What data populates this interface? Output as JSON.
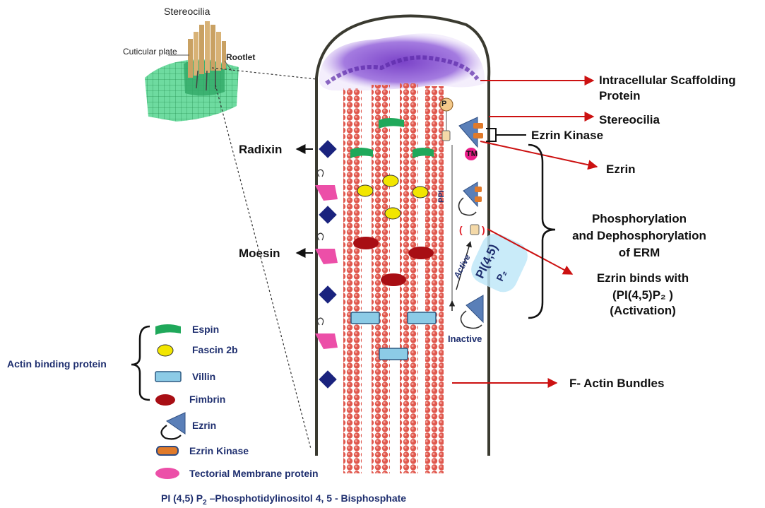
{
  "inset": {
    "stereocilia": "Stereocilia",
    "cuticular_plate": "Cuticular plate",
    "rootlet": "Rootlet"
  },
  "left_labels": {
    "radixin": "Radixin",
    "moesin": "Moesin"
  },
  "right_labels": {
    "scaffolding_line1": "Intracellular Scaffolding",
    "scaffolding_line2": "Protein",
    "stereocilia": "Stereocilia",
    "ezrin_kinase": "Ezrin Kinase",
    "ezrin": "Ezrin",
    "phos_line1": "Phosphorylation",
    "phos_line2": "and Dephosphorylation",
    "phos_line3": "of ERM",
    "binds_line1": "Ezrin binds with",
    "binds_line2": "(PI(4,5)P₂ )",
    "binds_line3": "(Activation)",
    "factin": "F- Actin Bundles"
  },
  "internal_labels": {
    "p": "P",
    "tm": "TM",
    "ppi": "PPI",
    "active": "Active",
    "inactive": "Inactive",
    "pip_main": "PI(4,5)",
    "pip_sub": "P₂"
  },
  "legend": {
    "group_label": "Actin binding protein",
    "items": [
      {
        "label": "Espin",
        "icon": "espin-icon",
        "color": "#1fa85a"
      },
      {
        "label": "Fascin 2b",
        "icon": "fascin-icon",
        "color": "#f2e600"
      },
      {
        "label": "Villin",
        "icon": "villin-icon",
        "color": "#8ccbe6"
      },
      {
        "label": "Fimbrin",
        "icon": "fimbrin-icon",
        "color": "#a80e14"
      },
      {
        "label": "Ezrin",
        "icon": "ezrin-icon",
        "color": "#5a7fb8"
      },
      {
        "label": "Ezrin Kinase",
        "icon": "ezrin-kinase-icon",
        "color": "#e07a2a"
      },
      {
        "label": "Tectorial Membrane protein",
        "icon": "tectorial-membrane-icon",
        "color": "#ec4fa8"
      }
    ]
  },
  "footer": {
    "prefix": "PI (4,5) P",
    "sub": "2",
    "suffix": " –Phosphotidylinositol 4, 5 - Bisphosphate"
  },
  "colors": {
    "actin": "#d9534a",
    "arrow_red": "#cc1111",
    "radixin": "#1a237e",
    "scaffold": "#8a5bd0",
    "text_navy": "#1f2f6f"
  }
}
